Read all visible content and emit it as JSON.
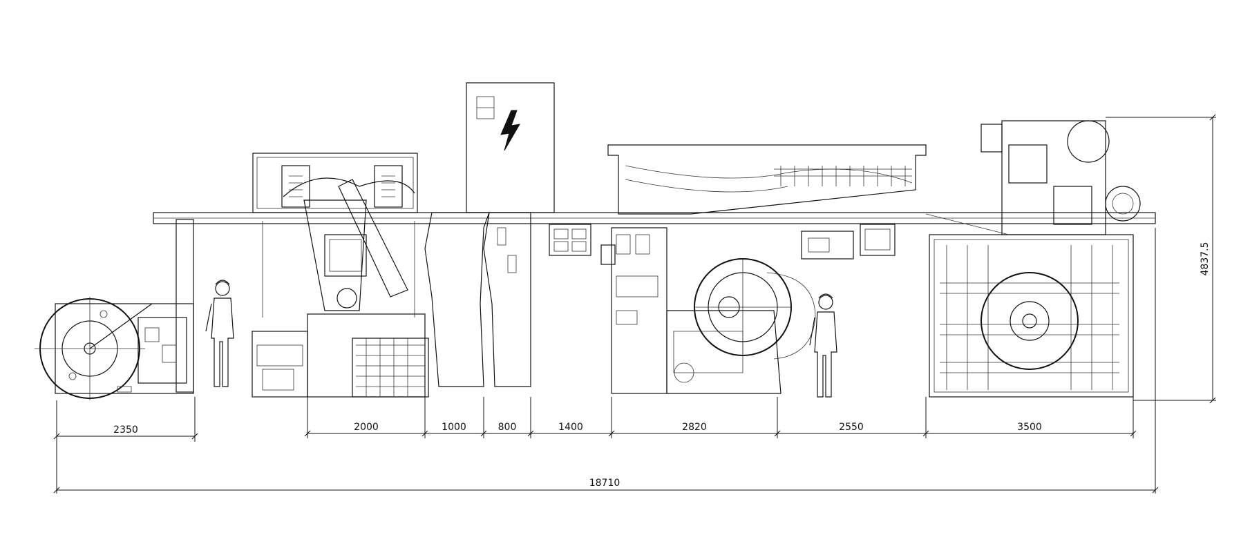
{
  "dimensions": {
    "segments": [
      {
        "label": "2350"
      },
      {
        "label": "2000"
      },
      {
        "label": "1000"
      },
      {
        "label": "800"
      },
      {
        "label": "1400"
      },
      {
        "label": "2820"
      },
      {
        "label": "2550"
      },
      {
        "label": "3500"
      }
    ],
    "overall": "18710",
    "height": "4837.5"
  },
  "icons": {
    "electrical": "lightning-bolt-icon"
  },
  "colors": {
    "line": "#111111",
    "background": "#ffffff"
  }
}
